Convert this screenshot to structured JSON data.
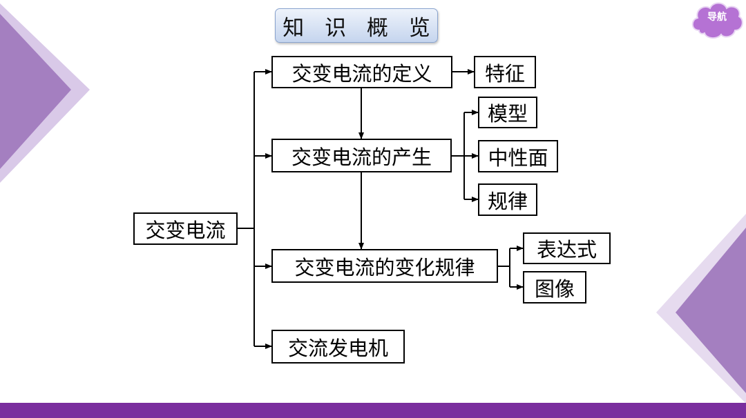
{
  "title": "知 识 概 览",
  "nav_label": "导航",
  "colors": {
    "accent_purple": "#7a2e9e",
    "triangle_purple": "#a47fc0",
    "triangle_light": "#d9c9e8",
    "nav_cloud": "#b572d4",
    "title_fill": "#c5d5ee"
  },
  "diagram": {
    "root": "交变电流",
    "def": "交变电流的定义",
    "prod": "交变电流的产生",
    "law": "交变电流的变化规律",
    "gen": "交流发电机",
    "feature": "特征",
    "model": "模型",
    "neutral": "中性面",
    "rule": "规律",
    "expr": "表达式",
    "graph": "图像"
  }
}
